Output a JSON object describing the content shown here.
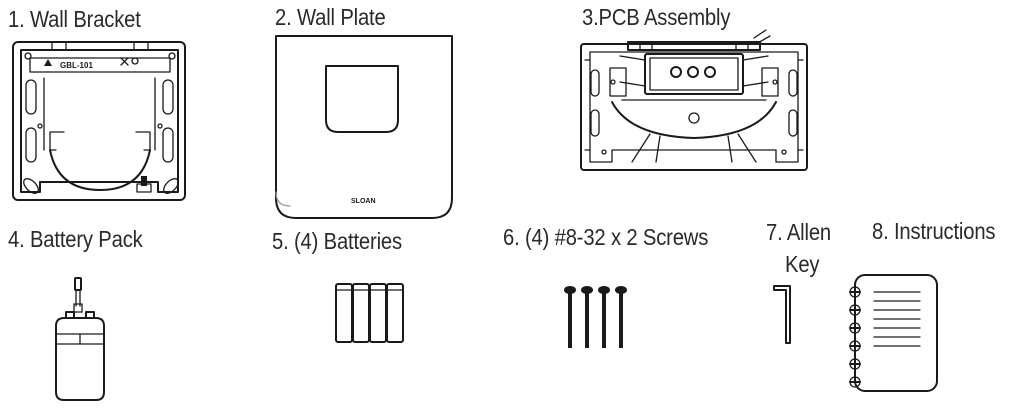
{
  "items": [
    {
      "label": "1. Wall Bracket",
      "marking": "GBL-101"
    },
    {
      "label": "2. Wall Plate",
      "brand": "SLOAN"
    },
    {
      "label": "3.PCB Assembly"
    },
    {
      "label": "4. Battery Pack"
    },
    {
      "label": "5. (4) Batteries",
      "count": 4
    },
    {
      "label": "6. (4) #8-32 x 2 Screws",
      "count": 4
    },
    {
      "label_line1": "7. Allen",
      "label_line2": "Key"
    },
    {
      "label": "8. Instructions"
    }
  ]
}
